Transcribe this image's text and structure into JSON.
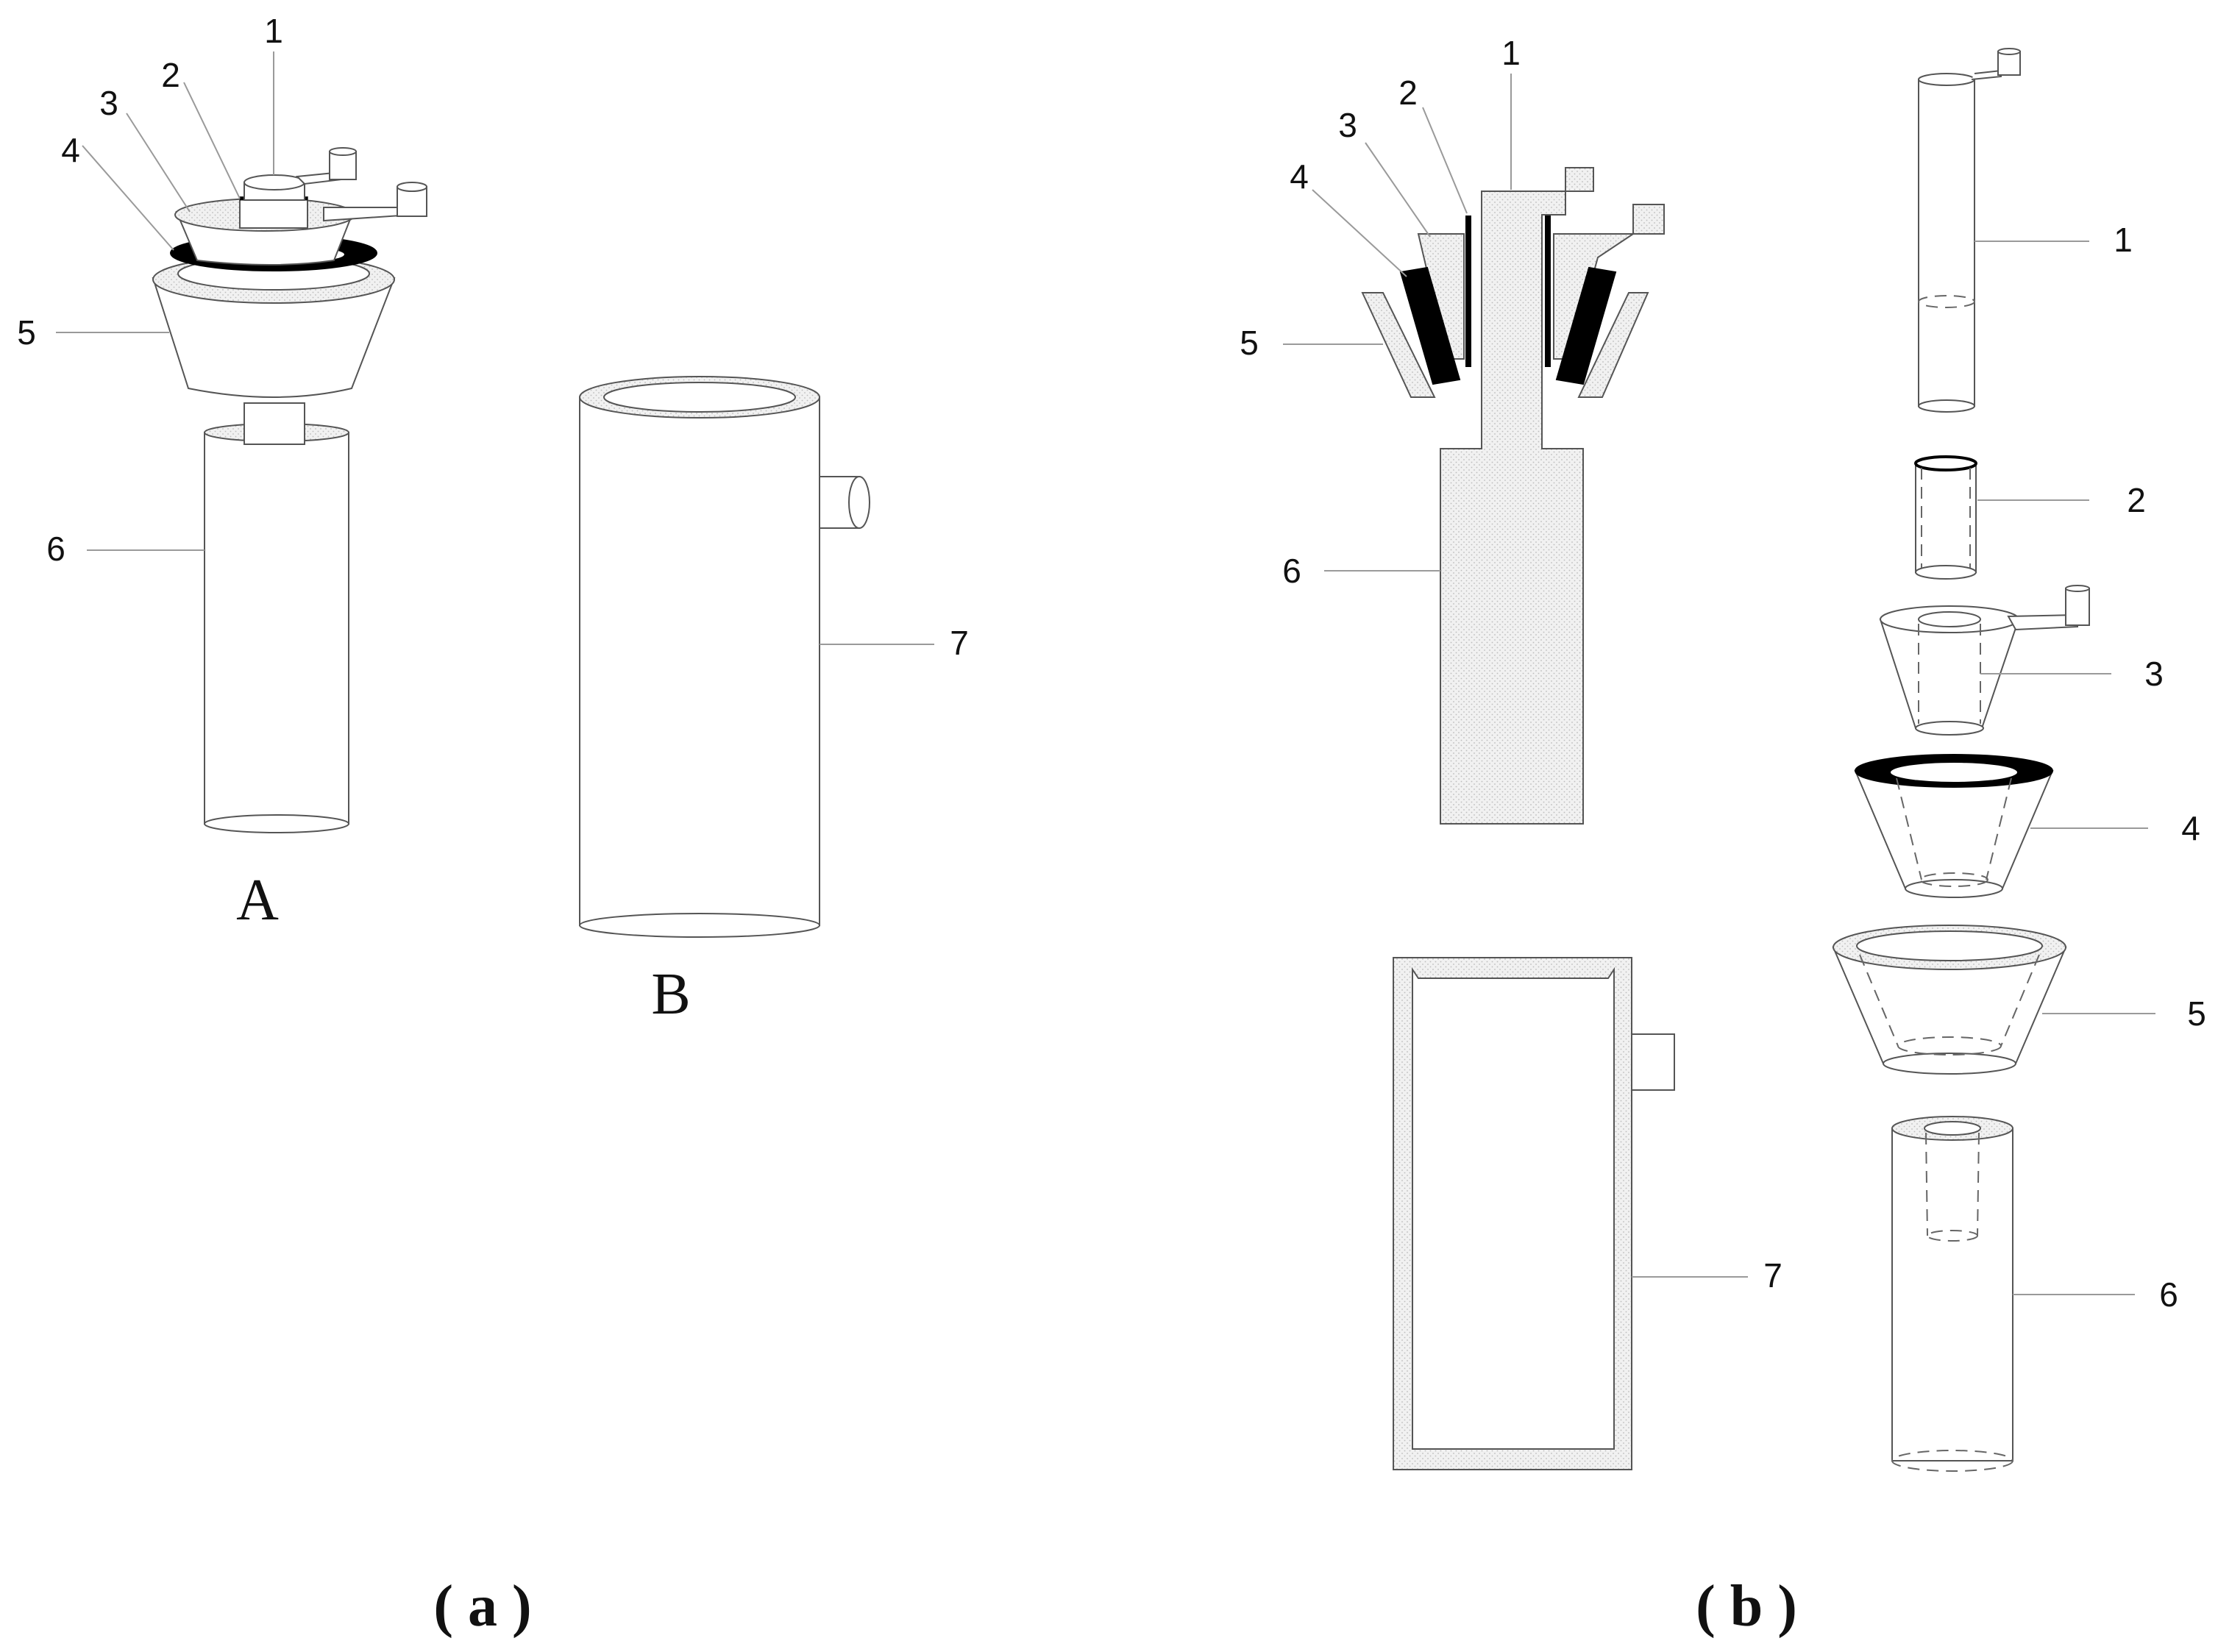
{
  "panel_a": {
    "caption": "( a )",
    "assembly_letter": "A",
    "vessel_letter": "B",
    "labels": [
      "1",
      "2",
      "3",
      "4",
      "5",
      "6",
      "7"
    ]
  },
  "panel_b": {
    "caption": "( b )",
    "section_labels": [
      "1",
      "2",
      "3",
      "4",
      "5",
      "6",
      "7"
    ],
    "exploded_labels": [
      "1",
      "2",
      "3",
      "4",
      "5",
      "6"
    ]
  },
  "colors": {
    "outline": "#555555",
    "hatch_fill": "#ededed",
    "gasket": "#000000"
  }
}
